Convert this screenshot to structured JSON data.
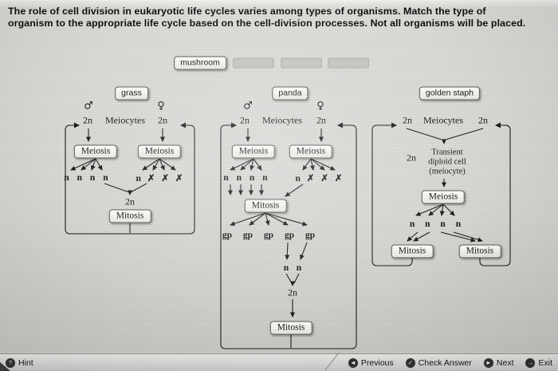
{
  "instructions": {
    "line1": "The role of cell division in eukaryotic life cycles varies among types of organisms. Match the type of",
    "line2": "organism to the appropriate life cycle based on the cell-division processes. Not all organisms will be placed."
  },
  "tray": {
    "unplaced_label": "mushroom"
  },
  "panels": {
    "grass": {
      "label": "grass",
      "male_symbol": "♂",
      "female_symbol": "♀",
      "meiocyte_left": "2n",
      "meiocytes": "Meiocytes",
      "meiocyte_right": "2n",
      "meiosis_left": "Meiosis",
      "meiosis_right": "Meiosis",
      "gametes_male": "n n n n",
      "gametes_female": "n ✗ ✗ ✗",
      "zygote": "2n",
      "mitosis": "Mitosis"
    },
    "panda": {
      "label": "panda",
      "male_symbol": "♂",
      "female_symbol": "♀",
      "meiocyte_left": "2n",
      "meiocytes": "Meiocytes",
      "meiocyte_right": "2n",
      "meiosis_left": "Meiosis",
      "meiosis_right": "Meiosis",
      "spores_male": "n n n n",
      "spores_female": "n ✗ ✗ ✗",
      "mitosis_upper": "Mitosis",
      "gametophytes": "gp gp gp gp gp",
      "gamete_left": "n",
      "gamete_right": "n",
      "zygote": "2n",
      "mitosis_lower": "Mitosis"
    },
    "golden_staph": {
      "label": "golden staph",
      "meiocyte_left": "2n",
      "meiocytes": "Meiocytes",
      "meiocyte_right": "2n",
      "transient_2n": "2n",
      "transient_line1": "Transient",
      "transient_line2": "diploid cell",
      "transient_line3": "(meiocyte)",
      "meiosis": "Meiosis",
      "products": "n n n n",
      "mitosis_left": "Mitosis",
      "mitosis_right": "Mitosis"
    }
  },
  "footer": {
    "hint": "Hint",
    "previous": "Previous",
    "check_answer": "Check Answer",
    "next": "Next",
    "exit": "Exit",
    "icons": {
      "hint": "?",
      "previous": "◄",
      "check": "✓",
      "next": "►",
      "exit": "→"
    }
  }
}
